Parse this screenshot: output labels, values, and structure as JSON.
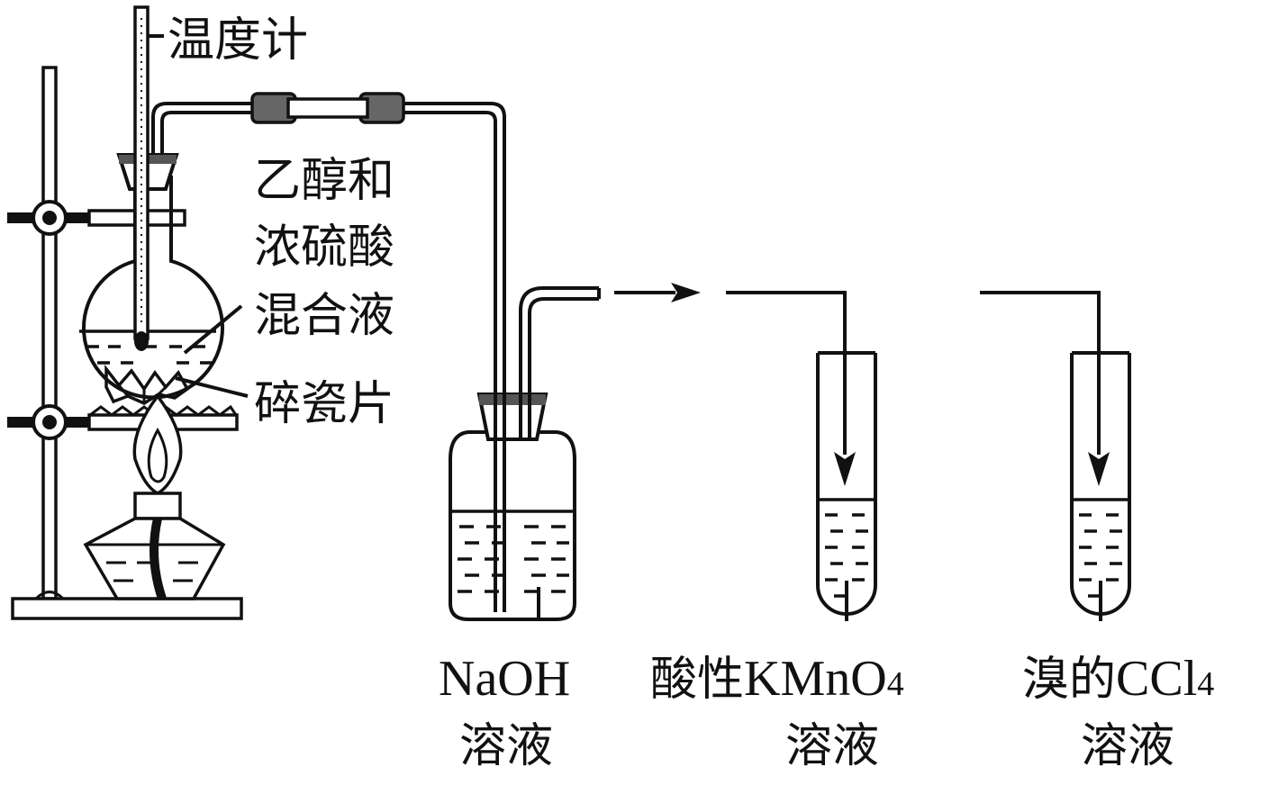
{
  "labels": {
    "thermometer": "温度计",
    "mixture_line1": "乙醇和",
    "mixture_line2": "浓硫酸",
    "mixture_line3": "混合液",
    "porcelain": "碎瓷片",
    "naoh_line1": "NaOH",
    "naoh_line2": "溶液",
    "kmno4_line1_cn": "酸性",
    "kmno4_line1_formula": "KMnO",
    "kmno4_line1_sub": "4",
    "kmno4_line2": "溶液",
    "br_line1_cn": "溴的",
    "br_line1_formula": "CCl",
    "br_line1_sub": "4",
    "br_line2": "溶液"
  }
}
